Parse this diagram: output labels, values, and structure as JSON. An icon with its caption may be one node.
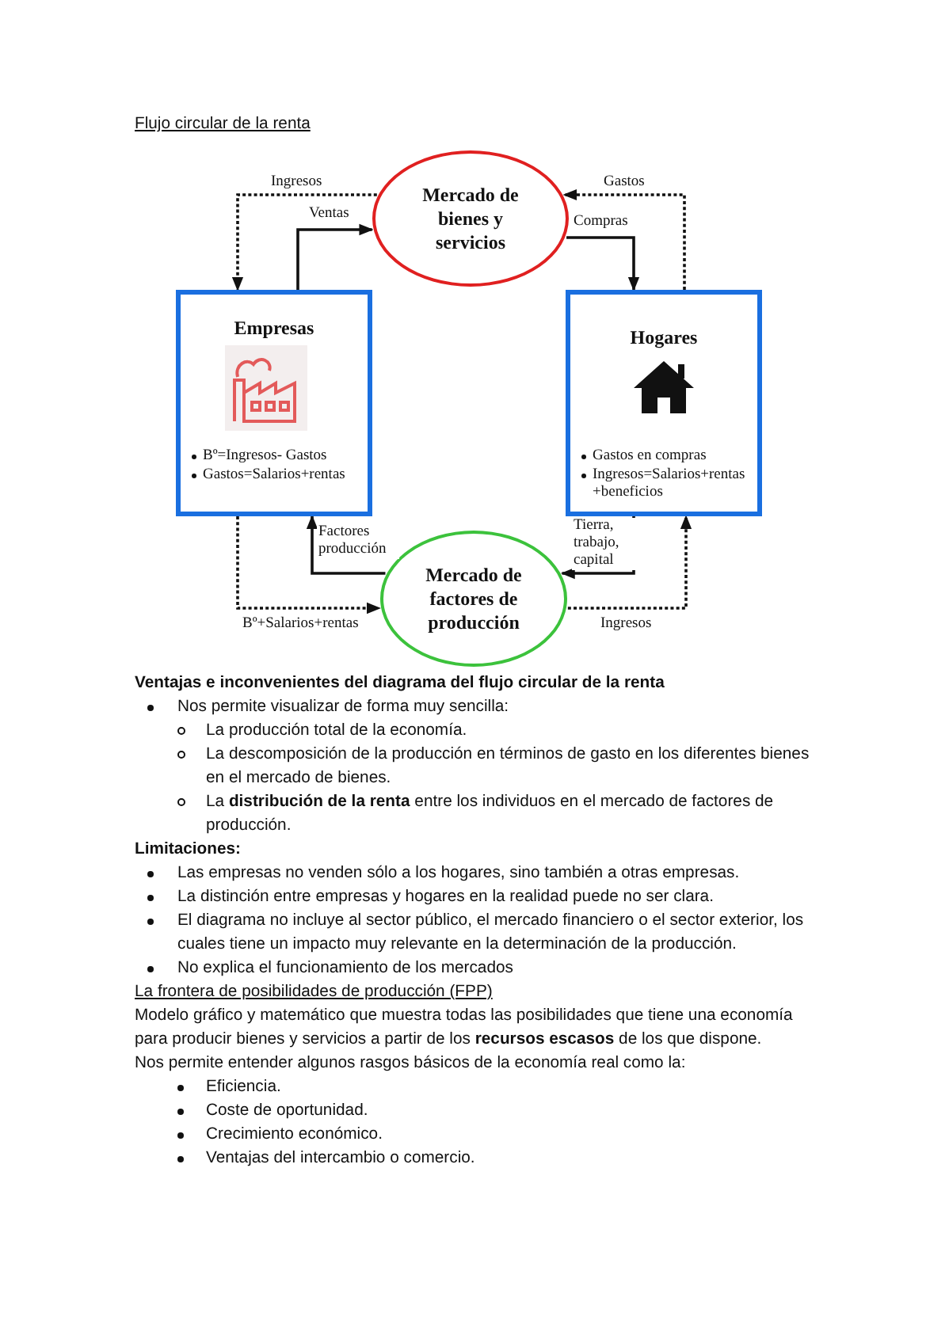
{
  "diagram": {
    "title": "Flujo circular de la renta",
    "nodes": [
      {
        "text": [
          "Mercado de bienes y servicios"
        ]
      },
      {
        "text": [
          "Empresas",
          "Bº=Ingresos- Gastos",
          "Gastos=Salarios+rentas"
        ]
      },
      {
        "text": [
          "Hogares",
          "Gastos en compras",
          "Ingresos=Salarios+rentas +beneficios"
        ]
      },
      {
        "text": [
          "Mercado de factores de producción"
        ]
      }
    ],
    "edges": [
      {
        "from": 1,
        "to": 0,
        "arrow": "to",
        "label": "Ventas"
      },
      {
        "from": 0,
        "to": 1,
        "arrow": "to",
        "label": "Ingresos",
        "style": "dashed"
      },
      {
        "from": 0,
        "to": 2,
        "arrow": "to",
        "label": "Compras"
      },
      {
        "from": 2,
        "to": 0,
        "arrow": "to",
        "label": "Gastos",
        "style": "dashed"
      },
      {
        "from": 3,
        "to": 1,
        "arrow": "to",
        "label": "Factores producción"
      },
      {
        "from": 1,
        "to": 3,
        "arrow": "to",
        "label": "Bº+Salarios+rentas",
        "style": "dashed"
      },
      {
        "from": 2,
        "to": 3,
        "arrow": "to",
        "label": "Tierra, trabajo, capital"
      },
      {
        "from": 3,
        "to": 2,
        "arrow": "to",
        "label": "Ingresos",
        "style": "dashed"
      }
    ],
    "labels": [
      "Ventajas e inconvenientes del diagrama del flujo circular de la renta",
      "Nos permite visualizar de forma muy sencilla:",
      "La producción total de la economía.",
      "La descomposición de la producción en términos de gasto en los diferentes bienes en el mercado de bienes.",
      "La **distribución de la renta** entre los individuos en el mercado de factores de producción.",
      "Limitaciones:",
      "Las empresas no venden sólo a los hogares, sino también a otras empresas.",
      "La distinción entre empresas y hogares en la realidad puede no ser clara.",
      "El diagrama no incluye al sector público, el mercado financiero o el sector exterior, los cuales tiene un impacto muy relevante en la determinación de la producción.",
      "No explica el funcionamiento de los mercados",
      "La frontera de posibilidades de producción (FPP)",
      "Modelo gráfico y matemático que muestra todas las posibilidades que tiene una economía para producir bienes y servicios a partir de los **recursos escasos** de los que dispone.",
      "Nos permite entender algunos rasgos básicos de la economía real como la:",
      "Eficiencia.",
      "Coste de oportunidad.",
      "Crecimiento económico.",
      "Ventajas del intercambio o comercio."
    ]
  }
}
